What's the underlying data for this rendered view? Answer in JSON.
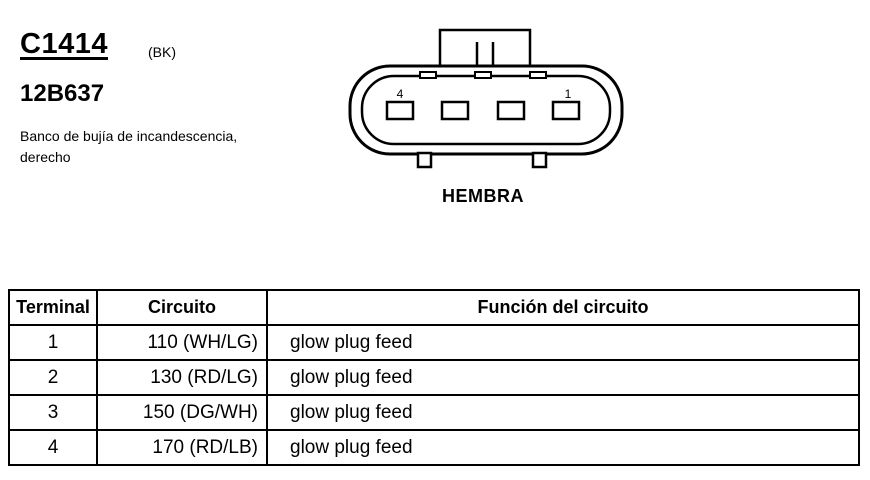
{
  "connector": {
    "id": "C1414",
    "color_code": "(BK)",
    "part_number": "12B637",
    "description": "Banco de bujía de incandescencia, derecho",
    "gender": "HEMBRA",
    "pin_labels": {
      "left": "4",
      "right": "1"
    }
  },
  "table": {
    "headers": {
      "terminal": "Terminal",
      "circuit": "Circuito",
      "function": "Función del circuito"
    },
    "rows": [
      {
        "terminal": "1",
        "circuit": "110 (WH/LG)",
        "function": "glow plug feed"
      },
      {
        "terminal": "2",
        "circuit": "130 (RD/LG)",
        "function": "glow plug feed"
      },
      {
        "terminal": "3",
        "circuit": "150 (DG/WH)",
        "function": "glow plug feed"
      },
      {
        "terminal": "4",
        "circuit": "170 (RD/LB)",
        "function": "glow plug feed"
      }
    ]
  }
}
